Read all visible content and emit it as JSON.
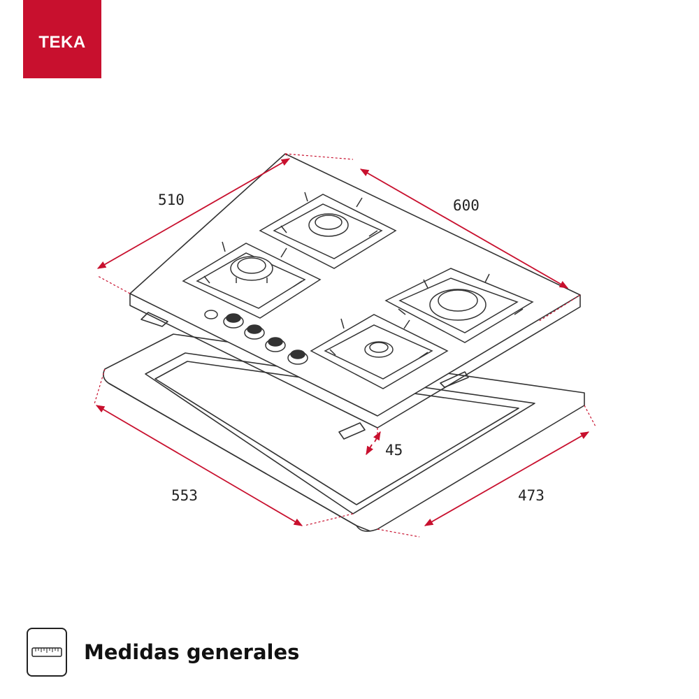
{
  "brand": {
    "logo_text": "TEKA",
    "color": "#c8102e"
  },
  "dimensions": {
    "depth_top": "510",
    "width_top": "600",
    "cutout_width": "553",
    "cutout_depth": "473",
    "height": "45"
  },
  "caption": {
    "text": "Medidas generales",
    "icon": "ruler-icon"
  },
  "colors": {
    "dimension_line": "#c8102e",
    "drawing_line": "#333333"
  }
}
